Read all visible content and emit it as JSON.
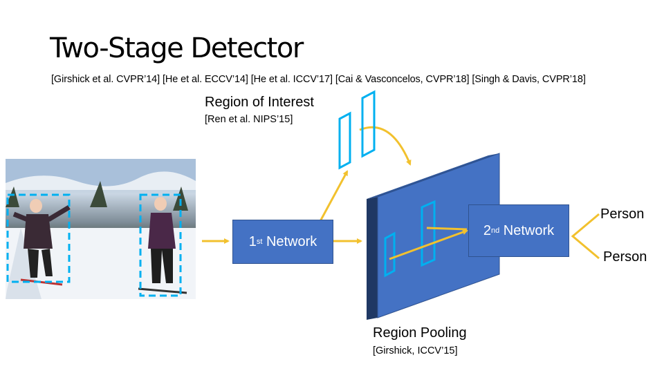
{
  "title": "Two-Stage Detector",
  "references": "[Girshick et al. CVPR’14] [He et al. ECCV’14] [He et al. ICCV’17] [Cai & Vasconcelos, CVPR’18] [Singh & Davis, CVPR’18]",
  "roi": {
    "label": "Region of Interest",
    "ref": "[Ren et al. NIPS’15]"
  },
  "first_network": {
    "number": "1",
    "suffix": "st",
    "label": "Network"
  },
  "second_network": {
    "number": "2",
    "suffix": "nd",
    "label": "Network"
  },
  "region_pooling": {
    "label": "Region Pooling",
    "ref": "[Girshick, ICCV’15]"
  },
  "outputs": [
    "Person",
    "Person"
  ],
  "colors": {
    "box_fill": "#4472c4",
    "feature_front": "#4472c4",
    "feature_side": "#2f5597",
    "region_outline": "#00b0f0",
    "arrow": "#f2c12e"
  }
}
